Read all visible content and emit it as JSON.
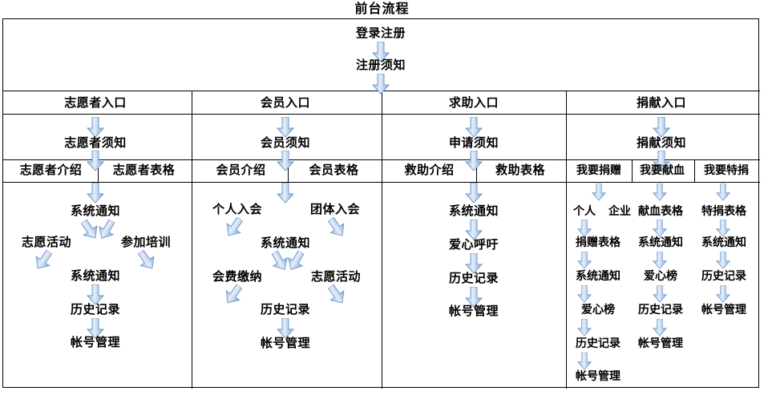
{
  "title": "前台流程",
  "colors": {
    "arrow_fill_light": "#d6e3f0",
    "arrow_fill_dark": "#8ab0d9",
    "arrow_stroke": "#6f9bd1",
    "border": "#000000",
    "text": "#000000"
  },
  "top": {
    "login": "登录注册",
    "notice": "注册须知"
  },
  "entries": [
    {
      "label": "志愿者入口"
    },
    {
      "label": "会员入口"
    },
    {
      "label": "求助入口"
    },
    {
      "label": "捐献入口"
    }
  ],
  "notices": [
    {
      "label": "志愿者须知"
    },
    {
      "label": "会员须知"
    },
    {
      "label": "申请须知"
    },
    {
      "label": "捐献须知"
    }
  ],
  "subheaders": [
    {
      "label": "志愿者介绍"
    },
    {
      "label": "志愿者表格"
    },
    {
      "label": "会员介绍"
    },
    {
      "label": "会员表格"
    },
    {
      "label": "救助介绍"
    },
    {
      "label": "救助表格"
    },
    {
      "label": "我要捐赠"
    },
    {
      "label": "我要献血"
    },
    {
      "label": "我要特捐"
    }
  ],
  "column1": {
    "steps": [
      {
        "label": "系统通知"
      },
      {
        "label": "志愿活动"
      },
      {
        "label": "参加培训"
      },
      {
        "label": "系统通知"
      },
      {
        "label": "历史记录"
      },
      {
        "label": "帐号管理"
      }
    ]
  },
  "column2": {
    "steps": [
      {
        "label": "个人入会"
      },
      {
        "label": "团体入会"
      },
      {
        "label": "系统通知"
      },
      {
        "label": "会费缴纳"
      },
      {
        "label": "志愿活动"
      },
      {
        "label": "历史记录"
      },
      {
        "label": "帐号管理"
      }
    ]
  },
  "column3": {
    "steps": [
      {
        "label": "系统通知"
      },
      {
        "label": "爱心呼吁"
      },
      {
        "label": "历史记录"
      },
      {
        "label": "帐号管理"
      }
    ]
  },
  "column4a": {
    "steps": [
      {
        "label": "个人"
      },
      {
        "label": "企业"
      },
      {
        "label": "捐赠表格"
      },
      {
        "label": "系统通知"
      },
      {
        "label": "爱心榜"
      },
      {
        "label": "历史记录"
      },
      {
        "label": "帐号管理"
      }
    ]
  },
  "column4b": {
    "steps": [
      {
        "label": "献血表格"
      },
      {
        "label": "系统通知"
      },
      {
        "label": "爱心榜"
      },
      {
        "label": "历史记录"
      },
      {
        "label": "帐号管理"
      }
    ]
  },
  "column4c": {
    "steps": [
      {
        "label": "特捐表格"
      },
      {
        "label": "系统通知"
      },
      {
        "label": "历史记录"
      },
      {
        "label": "帐号管理"
      }
    ]
  }
}
